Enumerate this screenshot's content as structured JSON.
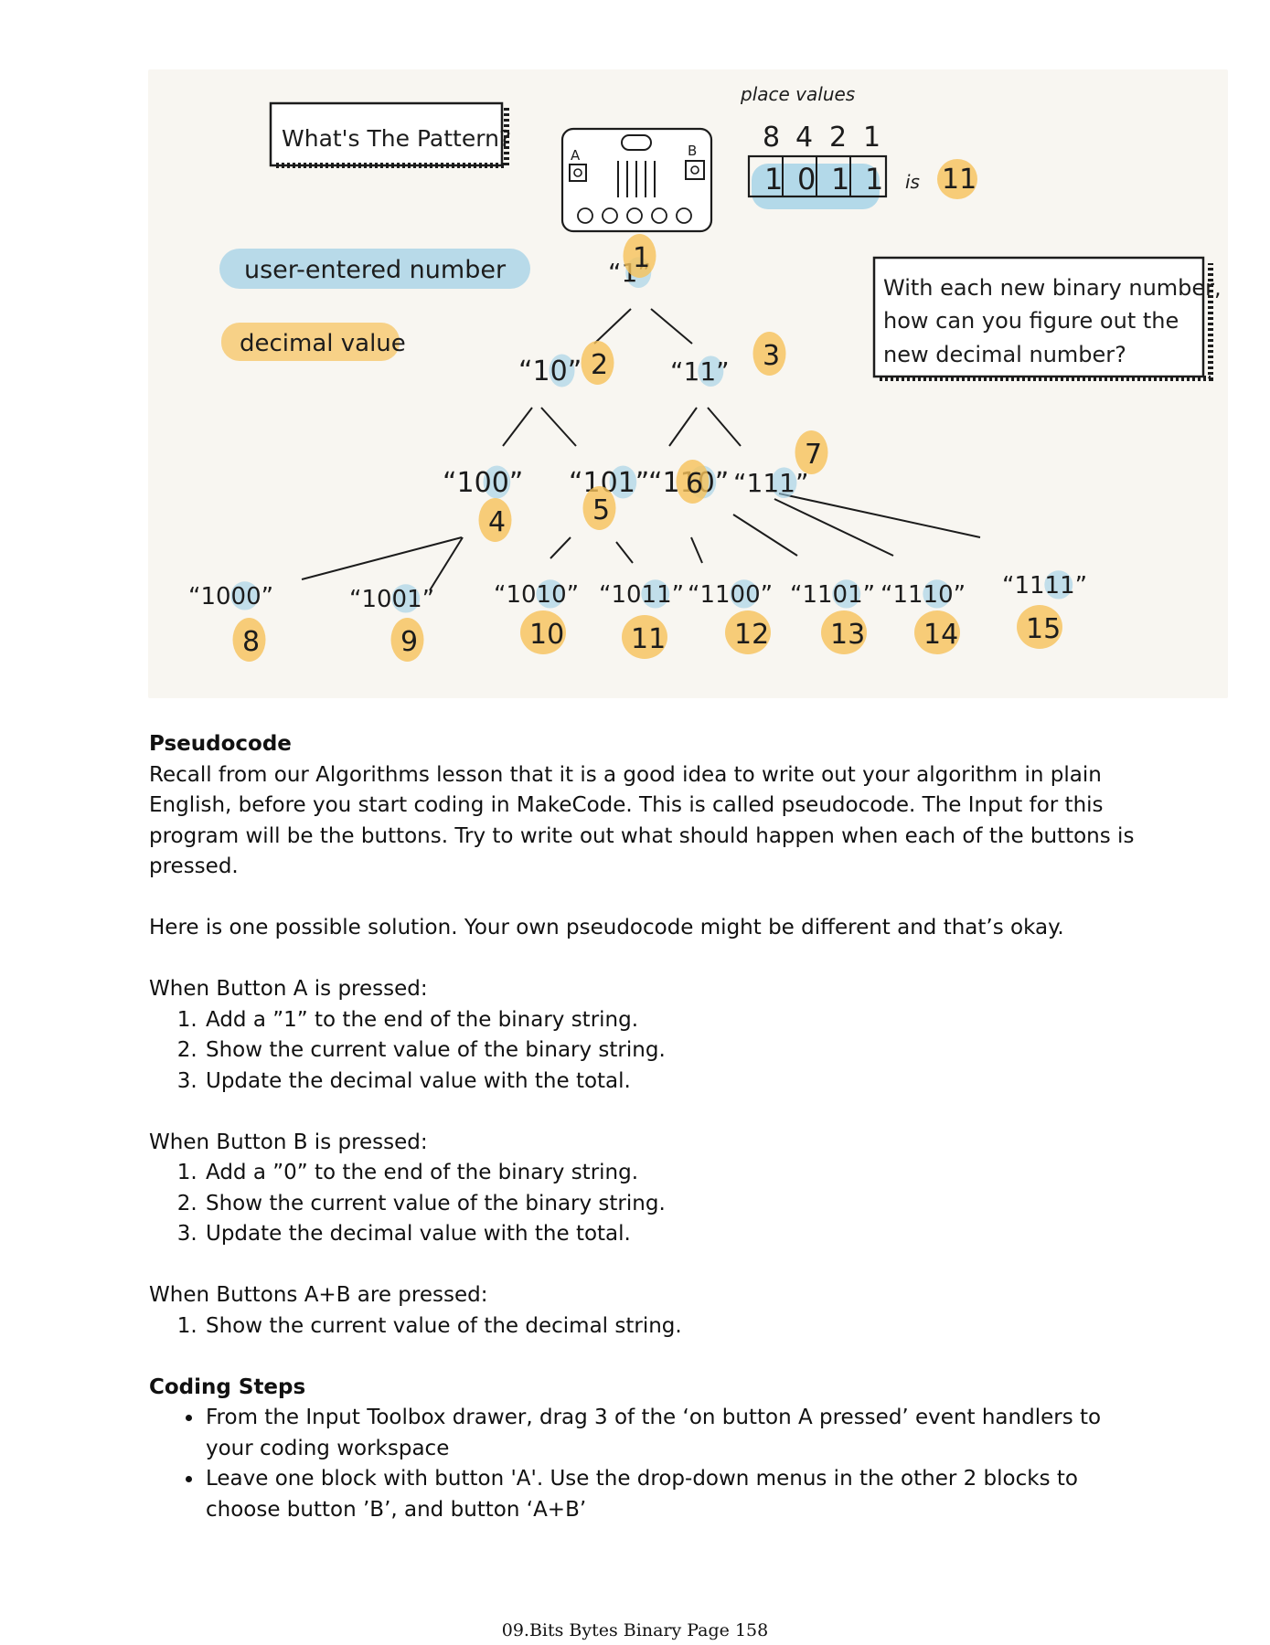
{
  "figure": {
    "pattern_box": "What's The Pattern?",
    "place_values_label": "place values",
    "place_values": [
      "8",
      "4",
      "2",
      "1"
    ],
    "binary_digits": [
      "1",
      "0",
      "1",
      "1"
    ],
    "is_word": "is",
    "is_value": "11",
    "legend_user": "user-entered number",
    "legend_decimal": "decimal value",
    "question_lines": [
      "With each new binary number,",
      "how can you figure out the",
      "new decimal number?"
    ],
    "microbit": {
      "a": "A",
      "b": "B"
    },
    "tree": [
      {
        "bin": "“1”",
        "dec": "1"
      },
      {
        "bin": "“10”",
        "dec": "2"
      },
      {
        "bin": "“11”",
        "dec": "3"
      },
      {
        "bin": "“100”",
        "dec": "4"
      },
      {
        "bin": "“101”",
        "dec": "5"
      },
      {
        "bin": "“110”",
        "dec": "6"
      },
      {
        "bin": "“111”",
        "dec": "7"
      },
      {
        "bin": "“1000”",
        "dec": "8"
      },
      {
        "bin": "“1001”",
        "dec": "9"
      },
      {
        "bin": "“1010”",
        "dec": "10"
      },
      {
        "bin": "“1011”",
        "dec": "11"
      },
      {
        "bin": "“1100”",
        "dec": "12"
      },
      {
        "bin": "“1101”",
        "dec": "13"
      },
      {
        "bin": "“1110”",
        "dec": "14"
      },
      {
        "bin": "“1111”",
        "dec": "15"
      }
    ],
    "colors": {
      "blue": "#9ccfe6",
      "orange": "#f6c25a",
      "ink": "#1c1c1c"
    }
  },
  "pseudocode": {
    "heading": "Pseudocode",
    "intro": "Recall from our Algorithms lesson that it is a good idea to write out your algorithm in plain English, before you start coding in MakeCode. This is called pseudocode. The Input for this program will be the buttons. Try to write out what should happen when each of the buttons is pressed.",
    "solution_note": "Here is one possible solution. Your own pseudocode might be different and that’s okay.",
    "button_a": {
      "title": "When Button A is pressed:",
      "steps": [
        "Add a ”1” to the end of the binary string.",
        "Show the current value of the binary string.",
        "Update the decimal value with the total."
      ]
    },
    "button_b": {
      "title": "When Button B is pressed:",
      "steps": [
        "Add a ”0” to the end of the binary string.",
        "Show the current value of the binary string.",
        "Update the decimal value with the total."
      ]
    },
    "button_ab": {
      "title": "When Buttons A+B are pressed:",
      "steps": [
        "Show the current value of the decimal string."
      ]
    }
  },
  "coding_steps": {
    "heading": "Coding Steps",
    "items": [
      "From the Input Toolbox drawer, drag 3 of the ‘on button A pressed’ event handlers to your coding workspace",
      "Leave one block with button 'A'. Use the drop-down menus in the other 2 blocks to choose button ’B’, and button ‘A+B’"
    ]
  },
  "footer": "09.Bits Bytes Binary Page 158"
}
